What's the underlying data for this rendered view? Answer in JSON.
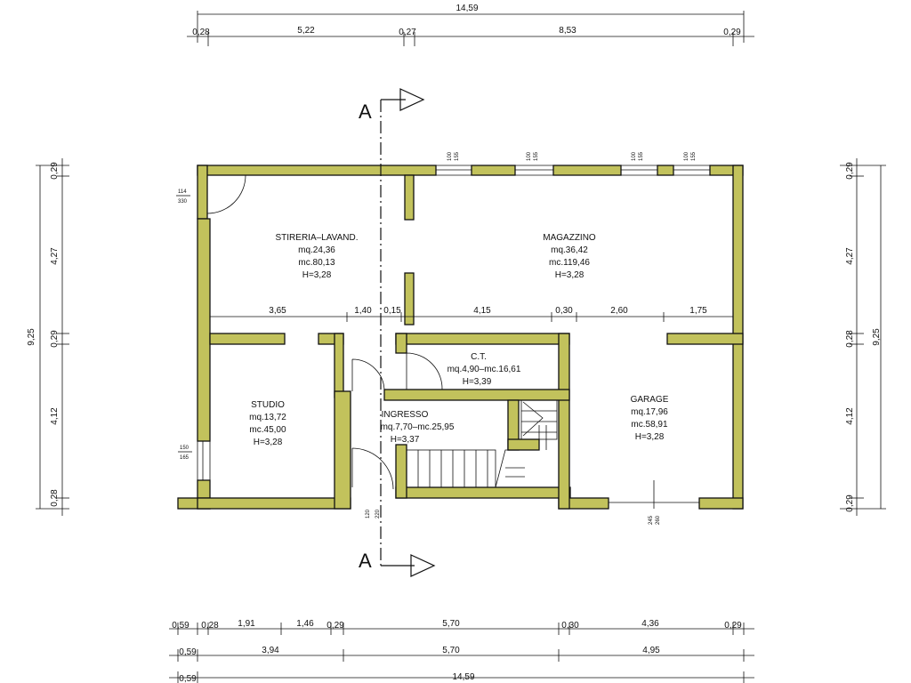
{
  "plan": {
    "wall_color": "#c2c25c",
    "line_color": "#111111",
    "section_label": "A",
    "rooms": {
      "stireria": [
        "STIRERIA–LAVAND.",
        "mq.24,36",
        "mc.80,13",
        "H=3,28"
      ],
      "magazzino": [
        "MAGAZZINO",
        "mq.36,42",
        "mc.119,46",
        "H=3,28"
      ],
      "ct": [
        "C.T.",
        "mq.4,90–mc.16,61",
        "H=3,39"
      ],
      "studio": [
        "STUDIO",
        "mq.13,72",
        "mc.45,00",
        "H=3,28"
      ],
      "ingresso": [
        "INGRESSO",
        "mq.7,70–mc.25,95",
        "H=3,37"
      ],
      "garage": [
        "GARAGE",
        "mq.17,96",
        "mc.58,91",
        "H=3,28"
      ]
    },
    "dims": {
      "top_total": "14,59",
      "top": [
        "0,28",
        "5,22",
        "0,27",
        "8,53",
        "0,29"
      ],
      "mid": [
        "3,65",
        "1,40",
        "0,15",
        "4,15",
        "0,30",
        "2,60",
        "1,75"
      ],
      "bottom1": [
        "0,59",
        "0,28",
        "1,91",
        "1,46",
        "0,29",
        "5,70",
        "0,30",
        "4,36",
        "0,29"
      ],
      "bottom2": [
        "0,59",
        "3,94",
        "5,70",
        "4,95"
      ],
      "bottom3": [
        "0,59",
        "14,59"
      ],
      "left_total": "9,25",
      "left": [
        "0,29",
        "4,27",
        "0,29",
        "4,12",
        "0,28"
      ],
      "right_total": "9,25",
      "right": [
        "0,29",
        "4,27",
        "0,28",
        "4,12",
        "0,29"
      ]
    },
    "openings": [
      [
        "100",
        "155"
      ],
      [
        "100",
        "155"
      ],
      [
        "100",
        "155"
      ],
      [
        "100",
        "155"
      ],
      [
        "114",
        "330"
      ],
      [
        "150",
        "165"
      ],
      [
        "120",
        "220"
      ],
      [
        "245",
        "260"
      ]
    ]
  }
}
